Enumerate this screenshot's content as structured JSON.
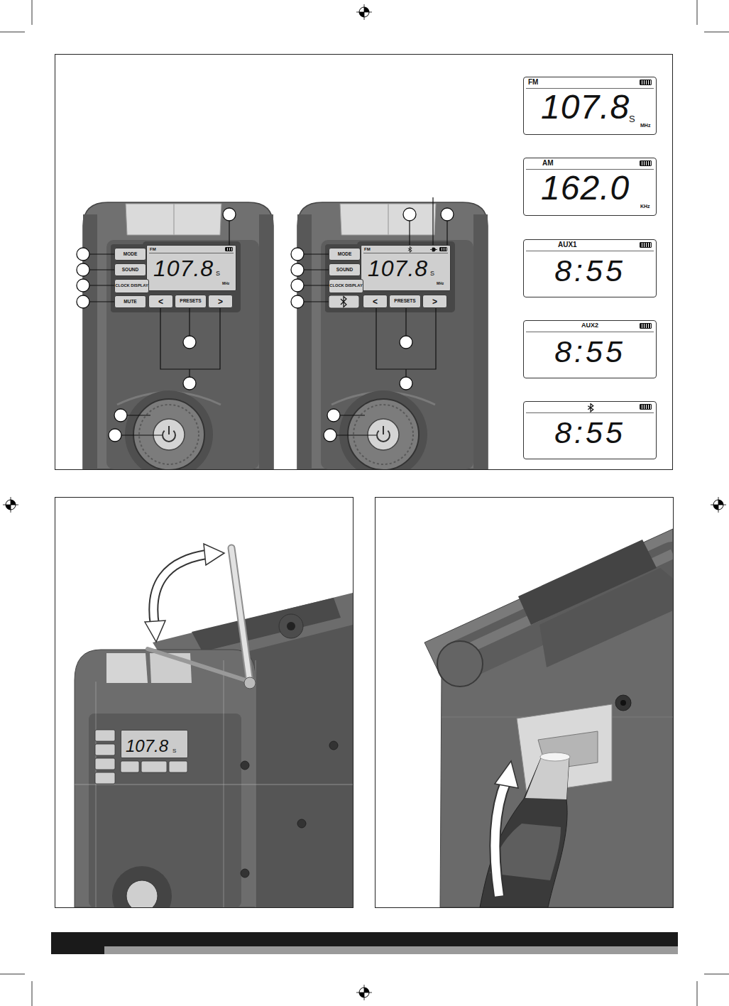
{
  "diagram": {
    "nodes": [
      {
        "text": [
          "FM",
          "107.8",
          "S",
          "MHz"
        ]
      },
      {
        "text": [
          "MODE"
        ]
      },
      {
        "text": [
          "SOUND"
        ]
      },
      {
        "text": [
          "CLOCK DISPLAY"
        ]
      },
      {
        "text": [
          "MUTE"
        ]
      },
      {
        "text": [
          "<"
        ]
      },
      {
        "text": [
          "PRESETS"
        ]
      },
      {
        "text": [
          ">"
        ]
      },
      {
        "text": [
          "FM",
          "107.8",
          "S",
          "MHz"
        ]
      },
      {
        "text": [
          "MODE"
        ]
      },
      {
        "text": [
          "SOUND"
        ]
      },
      {
        "text": [
          "CLOCK DISPLAY"
        ]
      },
      {
        "text": [
          "<"
        ]
      },
      {
        "text": [
          "PRESETS"
        ]
      },
      {
        "text": [
          ">"
        ]
      },
      {
        "text": [
          "FM",
          "107.8",
          "S",
          "MHz"
        ]
      },
      {
        "text": [
          "AM",
          "162.0",
          "KHz"
        ]
      },
      {
        "text": [
          "AUX1",
          "8:55"
        ]
      },
      {
        "text": [
          "AUX2",
          "8:55"
        ]
      },
      {
        "text": [
          "8:55"
        ]
      },
      {
        "text": [
          "107.8",
          "S"
        ]
      }
    ]
  }
}
